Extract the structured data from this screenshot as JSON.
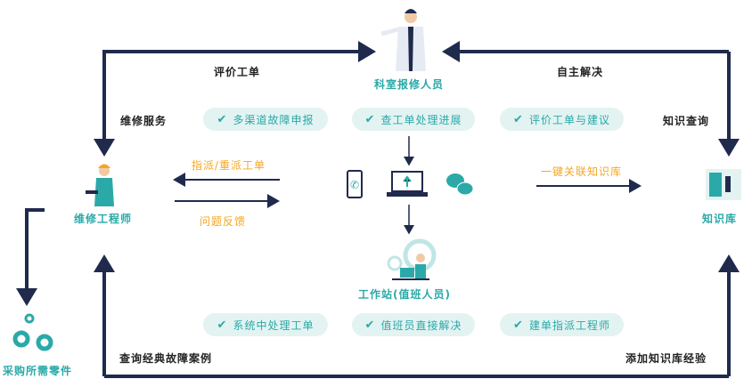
{
  "colors": {
    "line": "#1f2a4d",
    "teal": "#2aa9a8",
    "orange": "#f5a623",
    "pill_bg": "#e3f3f2"
  },
  "nodes": {
    "reporter": "科室报修人员",
    "engineer": "维修工程师",
    "knowledge_base": "知识库",
    "workstation": "工作站(值班人员)",
    "parts": "采购所需零件"
  },
  "edge_labels": {
    "evaluate": "评价工单",
    "self_solve": "自主解决",
    "repair_service": "维修服务",
    "knowledge_query": "知识查询",
    "dispatch": "指派/重派工单",
    "feedback": "问题反馈",
    "link_kb": "一键关联知识库",
    "query_cases": "查询经典故障案例",
    "add_experience": "添加知识库经验"
  },
  "top_pills": [
    "多渠道故障申报",
    "查工单处理进展",
    "评价工单与建议"
  ],
  "bottom_pills": [
    "系统中处理工单",
    "值班员直接解决",
    "建单指派工程师"
  ],
  "check_glyph": "✔"
}
